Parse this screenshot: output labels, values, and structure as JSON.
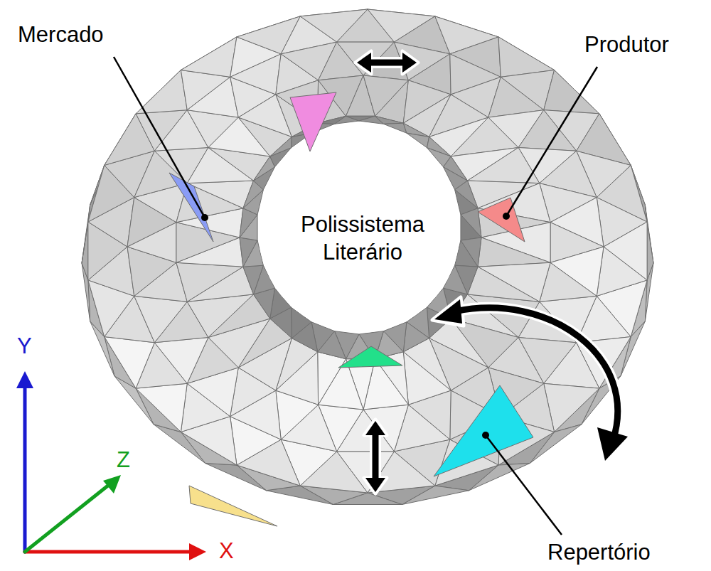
{
  "diagram": {
    "labels": [
      "Mercado",
      "Produtor",
      "Polissistema Literário",
      "Repertório",
      "Y",
      "Z",
      "X"
    ]
  }
}
